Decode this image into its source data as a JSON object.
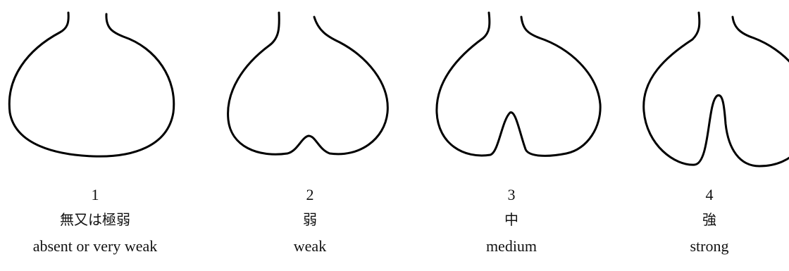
{
  "items": [
    {
      "number": "1",
      "jp": "無又は極弱",
      "en": "absent or very weak"
    },
    {
      "number": "2",
      "jp": "弱",
      "en": "weak"
    },
    {
      "number": "3",
      "jp": "中",
      "en": "medium"
    },
    {
      "number": "4",
      "jp": "強",
      "en": "strong"
    }
  ]
}
